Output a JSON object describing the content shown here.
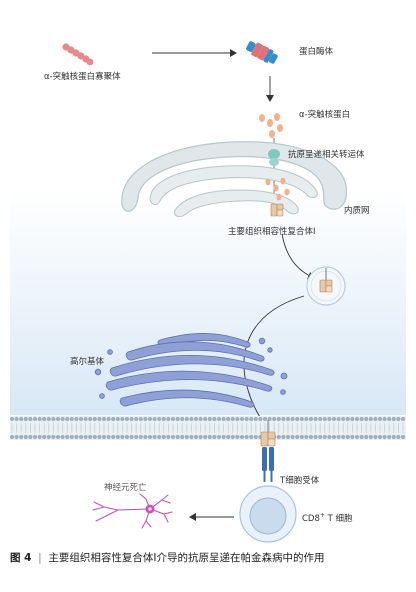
{
  "labels": {
    "alpha_oligomer": "α-突触核蛋白寡聚体",
    "proteasome": "蛋白酶体",
    "alpha_synuclein": "α-突触核蛋白",
    "tap": "抗原呈递相关转运体",
    "er": "内质网",
    "mhc1": "主要组织相容性复合体Ⅰ",
    "golgi": "高尔基体",
    "tcr": "T细胞受体",
    "cd8_prefix": "CD8",
    "cd8_sup": "+",
    "cd8_suffix": " T 细胞",
    "neuron_death": "神经元死亡"
  },
  "caption": {
    "figure": "图 4",
    "separator": "|",
    "text": "主要组织相容性复合体Ⅰ介导的抗原呈递在帕金森病中的作用"
  },
  "colors": {
    "oligomer": "#e8898e",
    "proteasome_blue": "#2f8fcf",
    "proteasome_red": "#e0707a",
    "monomer": "#f2b28c",
    "tap": "#7fc8c0",
    "er_fill": "#dfe7ea",
    "er_stroke": "#b5c6cc",
    "golgi_fill": "#8fa0d6",
    "golgi_stroke": "#5e6fae",
    "mhc": "#e9c9a4",
    "mhc_stroke": "#a88563",
    "cell_outer": "#e9f2fa",
    "cell_stroke": "#a8c3dd",
    "cell_nucleus": "#c9dced",
    "tcr": "#3c6fb4",
    "neuron": "#c255b5",
    "arrow": "#333333"
  }
}
